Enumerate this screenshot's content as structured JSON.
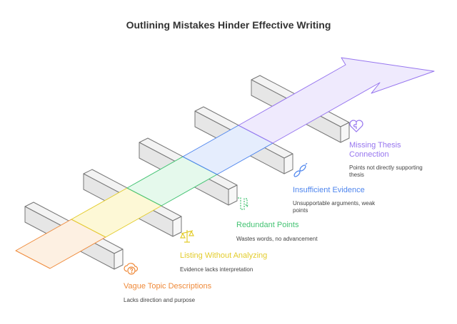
{
  "title": "Outlining Mistakes Hinder Effective Writing",
  "steps": [
    {
      "title": "Vague Topic Descriptions",
      "desc": "Lacks direction and purpose",
      "icon": "cloud-question-icon",
      "color": "#ef8a3a",
      "fill": "#fdf0e2"
    },
    {
      "title": "Listing Without Analyzing",
      "desc": "Evidence lacks interpretation",
      "icon": "scale-icon",
      "color": "#e3cc2c",
      "fill": "#fdf8d6"
    },
    {
      "title": "Redundant Points",
      "desc": "Wastes words, no advancement",
      "icon": "loop-arrow-icon",
      "color": "#44c373",
      "fill": "#e5f9ec"
    },
    {
      "title": "Insufficient Evidence",
      "desc": "Unsupportable arguments, weak points",
      "icon": "broken-chain-icon",
      "color": "#4f86ee",
      "fill": "#e5edfd"
    },
    {
      "title": "Missing Thesis Connection",
      "desc": "Points not directly supporting thesis",
      "icon": "puzzle-heart-icon",
      "color": "#9776ef",
      "fill": "#efeafd"
    }
  ]
}
